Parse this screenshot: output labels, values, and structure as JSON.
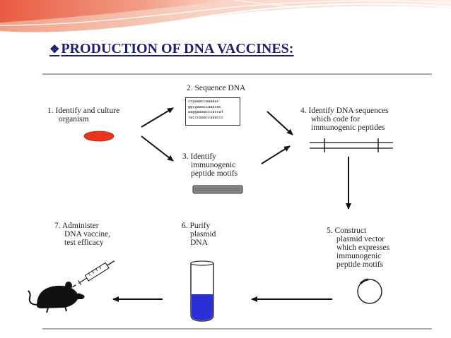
{
  "title": {
    "bullet": "❖",
    "text": "PRODUCTION OF DNA VACCINES:"
  },
  "diagram": {
    "step1": [
      "1. Identify  and culture",
      "organism"
    ],
    "step2": [
      "2. Sequence DNA"
    ],
    "sequence_lines": [
      "ccgaaaccaaaaac",
      "ggcgaaaccaaacac",
      "aaggaaaacccaccat",
      "tacccaaaccaaaccc"
    ],
    "step3": [
      "3. Identify",
      "immunogenic",
      "peptide motifs"
    ],
    "step4": [
      "4. Identify DNA sequences",
      "which code for",
      "immunogenic peptides"
    ],
    "step5": [
      "5. Construct",
      "plasmid vector",
      "which expresses",
      "immunogenic",
      "peptide motifs"
    ],
    "step6": [
      "6. Purify",
      "plasmid",
      "DNA"
    ],
    "step7": [
      "7. Administer",
      "DNA vaccine,",
      "test efficacy"
    ]
  },
  "colors": {
    "title": "#1a1f6e",
    "organism": "#e8341c",
    "liquid": "#2b2fd6",
    "banner": "#e8533a"
  }
}
